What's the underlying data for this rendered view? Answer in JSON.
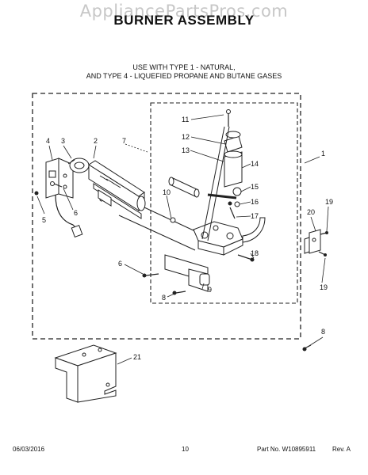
{
  "header": {
    "watermark": "AppliancePartsPros.com",
    "title": "BURNER ASSEMBLY",
    "subtitle_line1": "USE WITH TYPE 1 - NATURAL,",
    "subtitle_line2": "AND TYPE 4 - LIQUEFIED PROPANE AND BUTANE GASES"
  },
  "callouts": [
    "4",
    "3",
    "2",
    "7",
    "1",
    "11",
    "12",
    "13",
    "14",
    "15",
    "16",
    "17",
    "18",
    "10",
    "5",
    "6",
    "6",
    "8",
    "9",
    "20",
    "19",
    "19",
    "8",
    "21"
  ],
  "footer": {
    "date": "06/03/2016",
    "page": "10",
    "part_no": "Part No. W10895911",
    "rev": "Rev. A"
  }
}
